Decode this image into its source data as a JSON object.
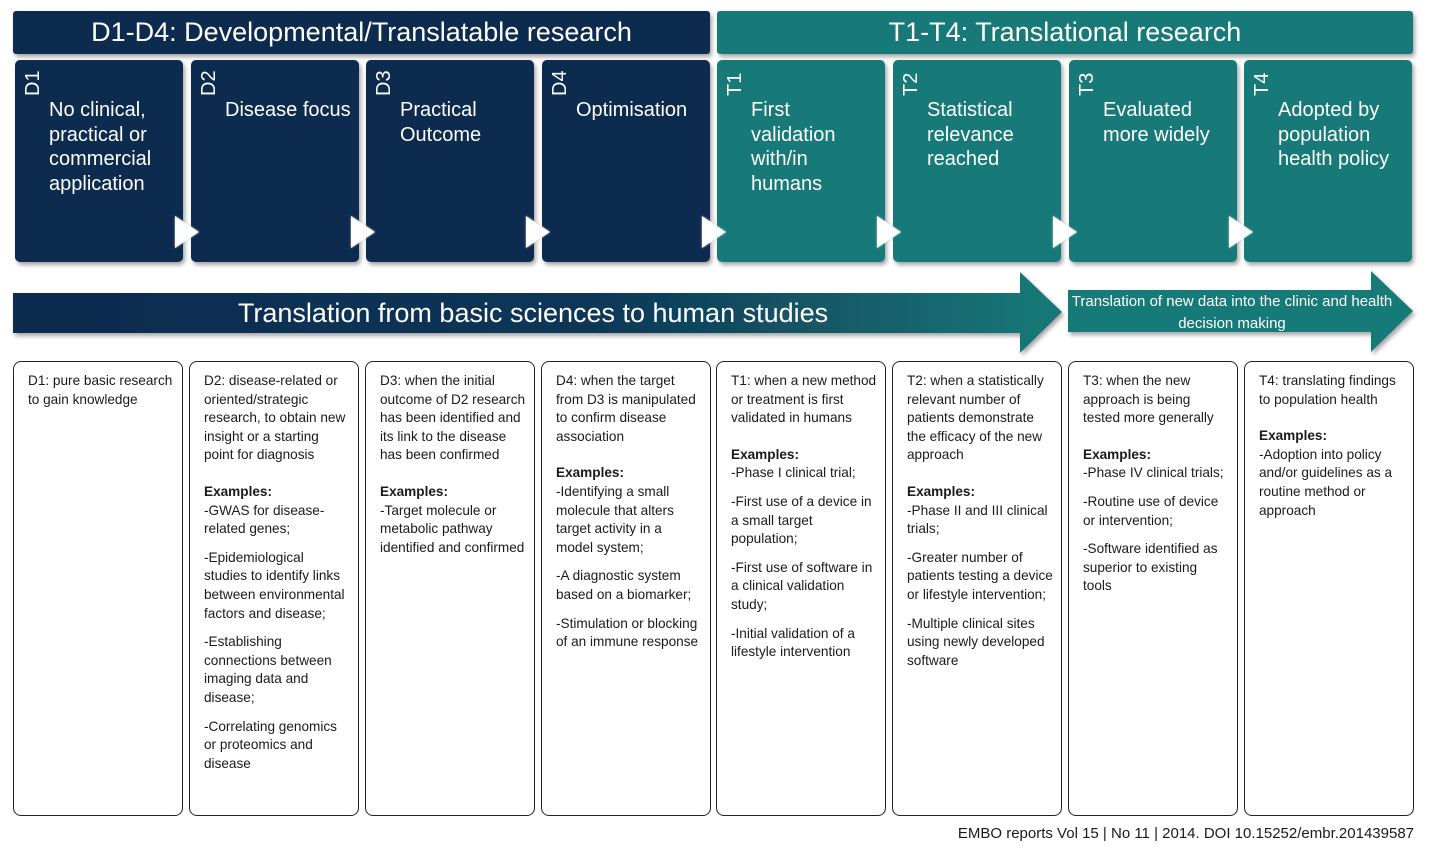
{
  "header": {
    "developmental": "D1-D4: Developmental/Translatable research",
    "translational": "T1-T4: Translational research"
  },
  "colors": {
    "dark_navy": "#0d2a4f",
    "teal": "#177a78"
  },
  "stages": [
    {
      "code": "D1",
      "title": "No clinical,\npractical or\ncommercial\napplication"
    },
    {
      "code": "D2",
      "title": "Disease focus"
    },
    {
      "code": "D3",
      "title": "Practical\nOutcome"
    },
    {
      "code": "D4",
      "title": "Optimisation"
    },
    {
      "code": "T1",
      "title": "First\nvalidation\nwith/in\nhumans"
    },
    {
      "code": "T2",
      "title": "Statistical\nrelevance\nreached"
    },
    {
      "code": "T3",
      "title": "Evaluated\nmore widely"
    },
    {
      "code": "T4",
      "title": "Adopted by\npopulation\nhealth policy"
    }
  ],
  "banner": {
    "main": "Translation from basic sciences to human studies",
    "secondary": "Translation of new data into the clinic and health decision making"
  },
  "examples_heading": "Examples:",
  "cards": [
    {
      "desc": "D1: pure basic research to gain knowledge",
      "examples": []
    },
    {
      "desc": "D2: disease-related or oriented/strategic research, to obtain new insight or a starting point for diagnosis",
      "examples": [
        "-GWAS for disease-related genes;",
        "-Epidemiological studies to identify links between environmental factors and disease;",
        "-Establishing connections between imaging data and disease;",
        "-Correlating genomics or proteomics and disease"
      ]
    },
    {
      "desc": "D3: when the initial outcome of D2 research has been identified and its link to the disease has been confirmed",
      "examples": [
        "-Target molecule or metabolic pathway identified and confirmed"
      ]
    },
    {
      "desc": "D4: when the target from D3 is manipulated to confirm disease association",
      "examples": [
        "-Identifying a small molecule that alters target activity in a model system;",
        "-A diagnostic system based on a biomarker;",
        "-Stimulation or blocking of an immune response"
      ]
    },
    {
      "desc": "T1: when a new method or treatment is first validated in humans",
      "examples": [
        "-Phase I clinical trial;",
        "-First use of a device in a small target population;",
        "-First use of software in a clinical validation study;",
        "-Initial validation of a lifestyle intervention"
      ]
    },
    {
      "desc": "T2: when a statistically relevant number of patients demonstrate the efficacy of the new approach",
      "examples": [
        "-Phase II and III clinical trials;",
        "-Greater number of patients testing a device or lifestyle intervention;",
        "-Multiple clinical sites using newly developed software"
      ]
    },
    {
      "desc": "T3: when the new approach is being tested more generally",
      "examples": [
        "-Phase IV clinical trials;",
        "-Routine use of device or intervention;",
        "-Software identified as superior to existing tools"
      ]
    },
    {
      "desc": "T4: translating findings to population health",
      "examples": [
        "-Adoption into policy and/or guidelines as a routine method or approach"
      ]
    }
  ],
  "citation": "EMBO reports Vol 15 | No 11 | 2014. DOI 10.15252/embr.201439587"
}
